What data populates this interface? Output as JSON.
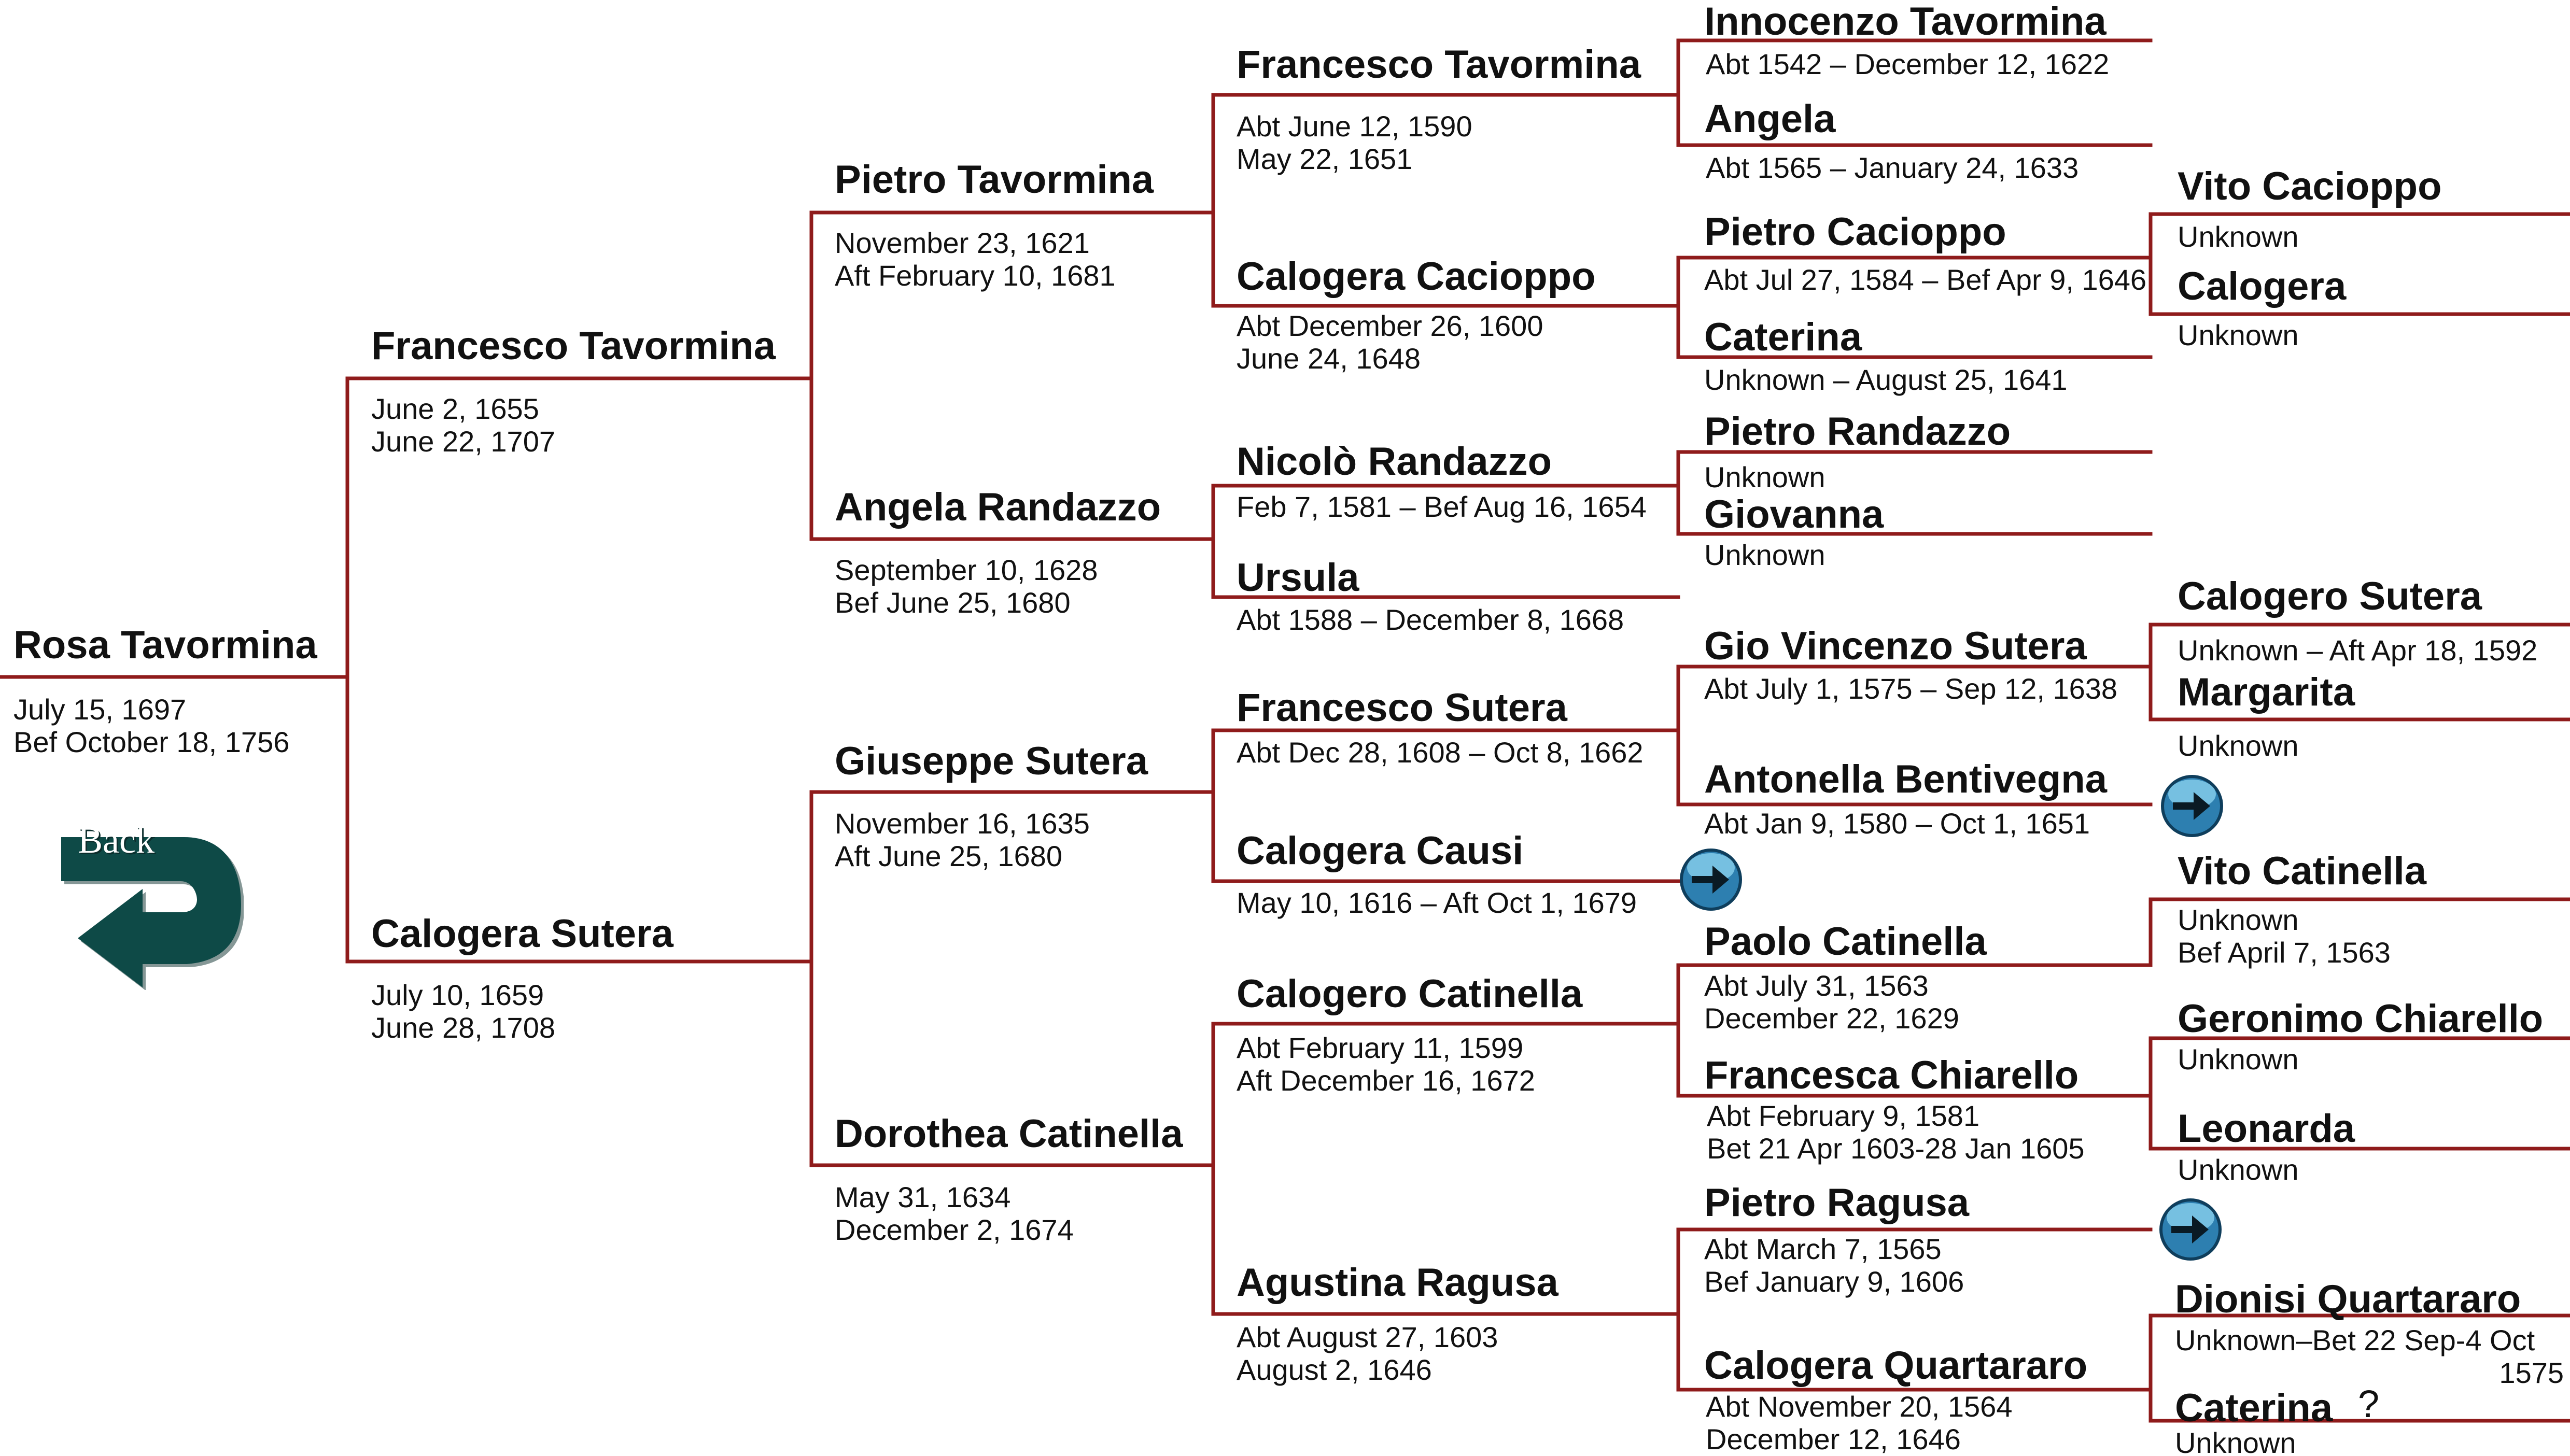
{
  "colors": {
    "connector": "#8f1b1b",
    "arrow_fill": "#2d7fb0",
    "arrow_light": "#8fd6f2",
    "back_arrow": "#0e4a47"
  },
  "back_button": {
    "label": "Back",
    "icon": "curved-back-arrow-icon"
  },
  "people": {
    "g1_rosa": {
      "name": "Rosa Tavormina",
      "date1": "July 15, 1697",
      "date2": "Bef  October 18, 1756"
    },
    "g2_francesco": {
      "name": "Francesco Tavormina",
      "date1": "June 2, 1655",
      "date2": "June 22, 1707"
    },
    "g2_calogera": {
      "name": "Calogera Sutera",
      "date1": "July 10, 1659",
      "date2": "June 28, 1708"
    },
    "g3_pietro": {
      "name": "Pietro Tavormina",
      "date1": "November 23, 1621",
      "date2": "Aft  February 10, 1681"
    },
    "g3_angela": {
      "name": "Angela Randazzo",
      "date1": "September 10, 1628",
      "date2": "Bef  June 25, 1680"
    },
    "g3_giuseppe": {
      "name": "Giuseppe Sutera",
      "date1": "November 16, 1635",
      "date2": "Aft  June 25, 1680"
    },
    "g3_dorothea": {
      "name": "Dorothea Catinella",
      "date1": "May 31, 1634",
      "date2": "December 2, 1674"
    },
    "g4_francesco": {
      "name": "Francesco Tavormina",
      "date1": "Abt June 12, 1590",
      "date2": "May 22, 1651"
    },
    "g4_calogera_c": {
      "name": "Calogera Cacioppo",
      "date1": "Abt December 26, 1600",
      "date2": "June 24, 1648"
    },
    "g4_nicolo": {
      "name": "Nicolò Randazzo",
      "date1": "Feb 7, 1581 – Bef Aug 16, 1654"
    },
    "g4_ursula": {
      "name": "Ursula",
      "date1": "Abt 1588 – December 8, 1668"
    },
    "g4_francesco_s": {
      "name": "Francesco Sutera",
      "date1": "Abt Dec 28, 1608 – Oct 8, 1662"
    },
    "g4_calogera_causi": {
      "name": "Calogera Causi",
      "date1": "May 10, 1616  – Aft Oct 1, 1679"
    },
    "g4_calogero_cat": {
      "name": "Calogero Catinella",
      "date1": "Abt February 11, 1599",
      "date2": "Aft  December 16, 1672"
    },
    "g4_agustina": {
      "name": "Agustina Ragusa",
      "date1": "Abt August 27, 1603",
      "date2": "August 2, 1646"
    },
    "g5_innocenzo": {
      "name": "Innocenzo Tavormina",
      "date1": "Abt 1542 – December 12, 1622"
    },
    "g5_angela": {
      "name": "Angela",
      "date1": "Abt 1565  – January 24, 1633"
    },
    "g5_pietro_c": {
      "name": "Pietro Cacioppo",
      "date1": "Abt Jul 27, 1584 – Bef Apr 9, 1646"
    },
    "g5_caterina": {
      "name": "Caterina",
      "date1": "Unknown – August 25, 1641"
    },
    "g5_pietro_r": {
      "name": "Pietro Randazzo",
      "date1": "Unknown"
    },
    "g5_giovanna": {
      "name": "Giovanna",
      "date1": "Unknown"
    },
    "g5_gio_vincenzo": {
      "name": "Gio Vincenzo Sutera",
      "date1": "Abt July 1, 1575  – Sep 12, 1638"
    },
    "g5_antonella": {
      "name": "Antonella Bentivegna",
      "date1": "Abt Jan 9, 1580 – Oct 1, 1651"
    },
    "g5_paolo": {
      "name": "Paolo Catinella",
      "date1": "Abt July 31, 1563",
      "date2": "December 22, 1629"
    },
    "g5_francesca": {
      "name": "Francesca Chiarello",
      "date1": "Abt February 9, 1581",
      "date2": "Bet  21 Apr 1603-28 Jan 1605"
    },
    "g5_pietro_rag": {
      "name": "Pietro Ragusa",
      "date1": "Abt March 7, 1565",
      "date2": "Bef January 9, 1606"
    },
    "g5_calogera_q": {
      "name": "Calogera Quartararo",
      "date1": "Abt November 20, 1564",
      "date2": "December 12, 1646"
    },
    "g6_vito_c": {
      "name": "Vito Cacioppo",
      "date1": "Unknown"
    },
    "g6_calogera": {
      "name": "Calogera",
      "date1": "Unknown"
    },
    "g6_calogero_s": {
      "name": "Calogero Sutera",
      "date1": "Unknown – Aft Apr 18, 1592"
    },
    "g6_margarita": {
      "name": "Margarita",
      "date1": "Unknown"
    },
    "g6_vito_cat": {
      "name": "Vito Catinella",
      "date1": "Unknown",
      "date2": "Bef April 7, 1563"
    },
    "g6_geronimo": {
      "name": "Geronimo Chiarello",
      "date1": "Unknown"
    },
    "g6_leonarda": {
      "name": "Leonarda",
      "date1": "Unknown"
    },
    "g6_dionisi": {
      "name": "Dionisi Quartararo",
      "date1": "Unknown–Bet 22 Sep-4 Oct",
      "date2": "1575"
    },
    "g6_caterina": {
      "name": "Caterina",
      "date1": "Unknown",
      "mark": "?"
    }
  }
}
